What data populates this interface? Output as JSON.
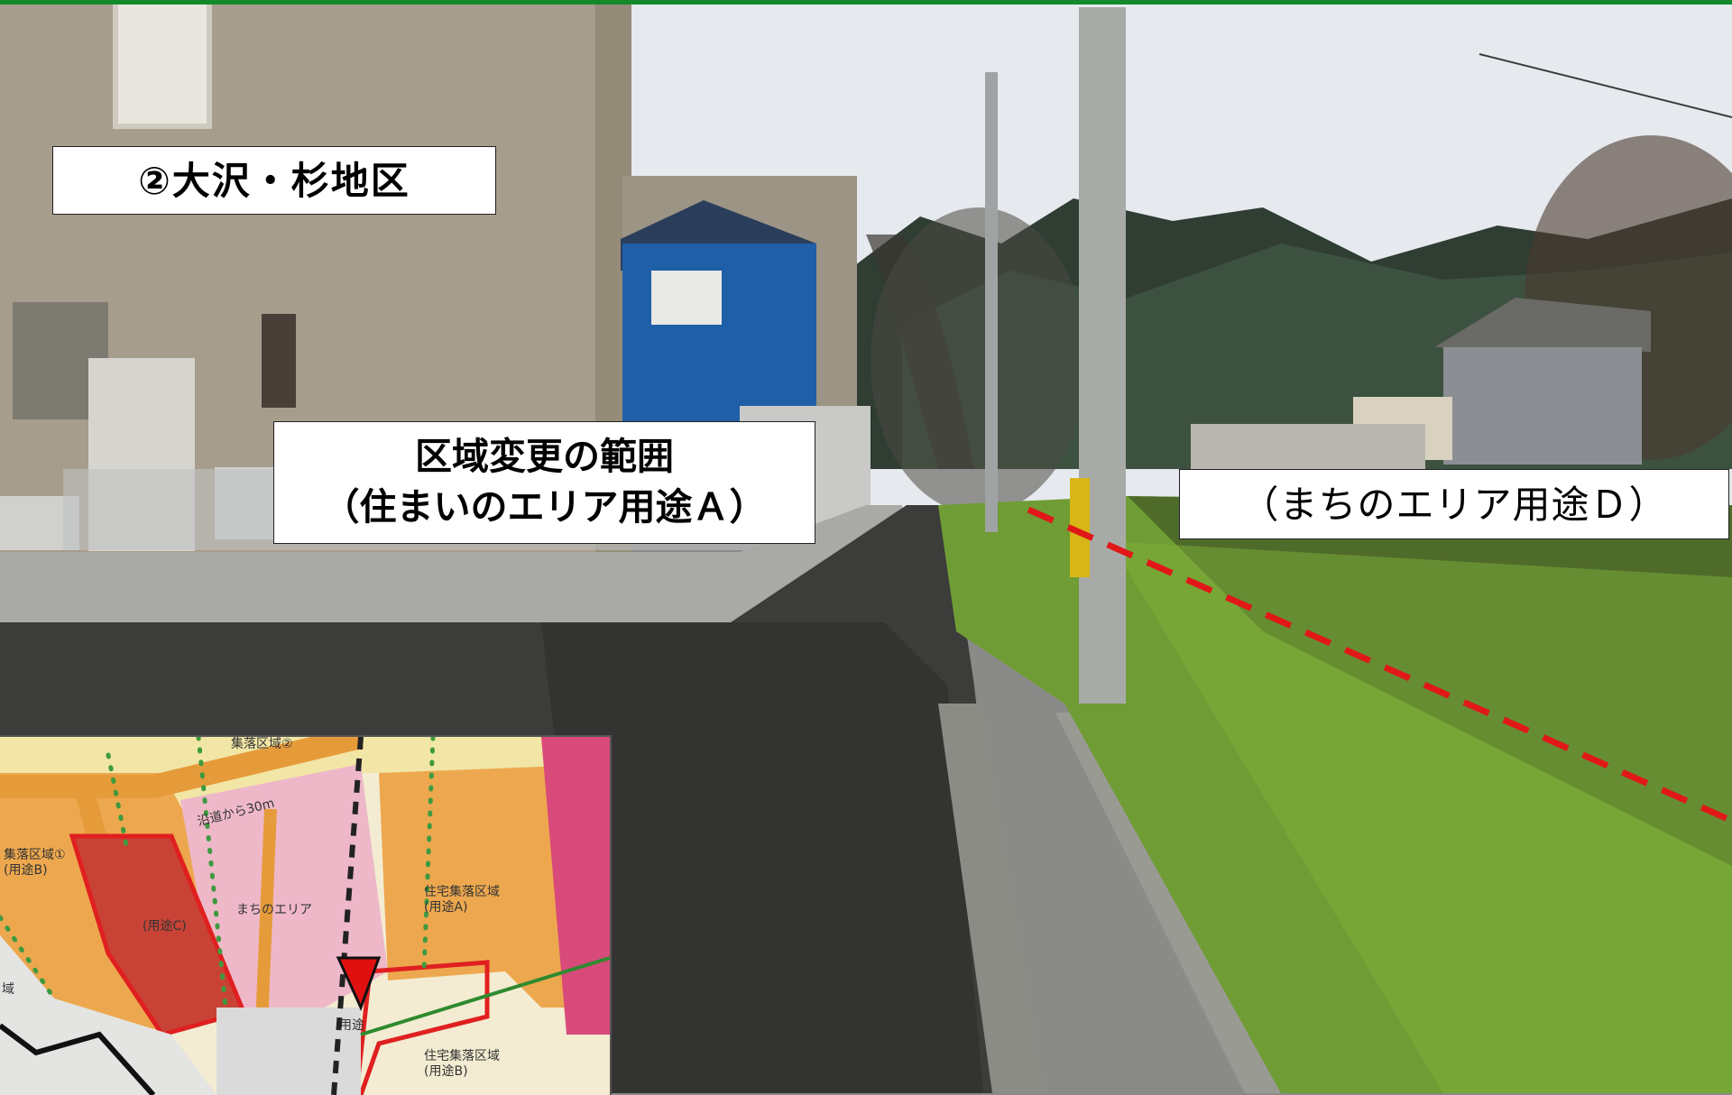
{
  "photo": {
    "district_title": "②大沢・杉地区",
    "change_area_line1": "区域変更の範囲",
    "change_area_line2": "（住まいのエリア用途Ａ）",
    "machi_area_label": "（まちのエリア用途Ｄ）"
  },
  "map": {
    "labels": {
      "top_zone": "集落区域②",
      "along_road": "沿道から30m",
      "left_zone_line1": "集落区域①",
      "left_zone_line2": "(用途B)",
      "use_c": "(用途C)",
      "machi_area": "まちのエリア",
      "residential_line1": "住宅集落区域",
      "residential_line2": "(用途A)",
      "use_small": "用途",
      "residential_b_line1": "住宅集落区域",
      "residential_b_line2": "(用途B)",
      "left_edge": "域"
    }
  },
  "colors": {
    "top_bar": "#138a2a",
    "sky": "#e6e9ee",
    "building_beige": "#a79d8c",
    "house_blue": "#1f5fa8",
    "grass": "#6f9c34",
    "asphalt": "#3c3c3a",
    "boundary_dash": "#e01818",
    "map_orange": "#eda84f",
    "map_pink": "#eeb8c9",
    "map_magenta": "#d84a7a",
    "map_red_fill": "#c84336",
    "map_outline_red": "#e02020",
    "map_green_dots": "#3f9a3f"
  }
}
